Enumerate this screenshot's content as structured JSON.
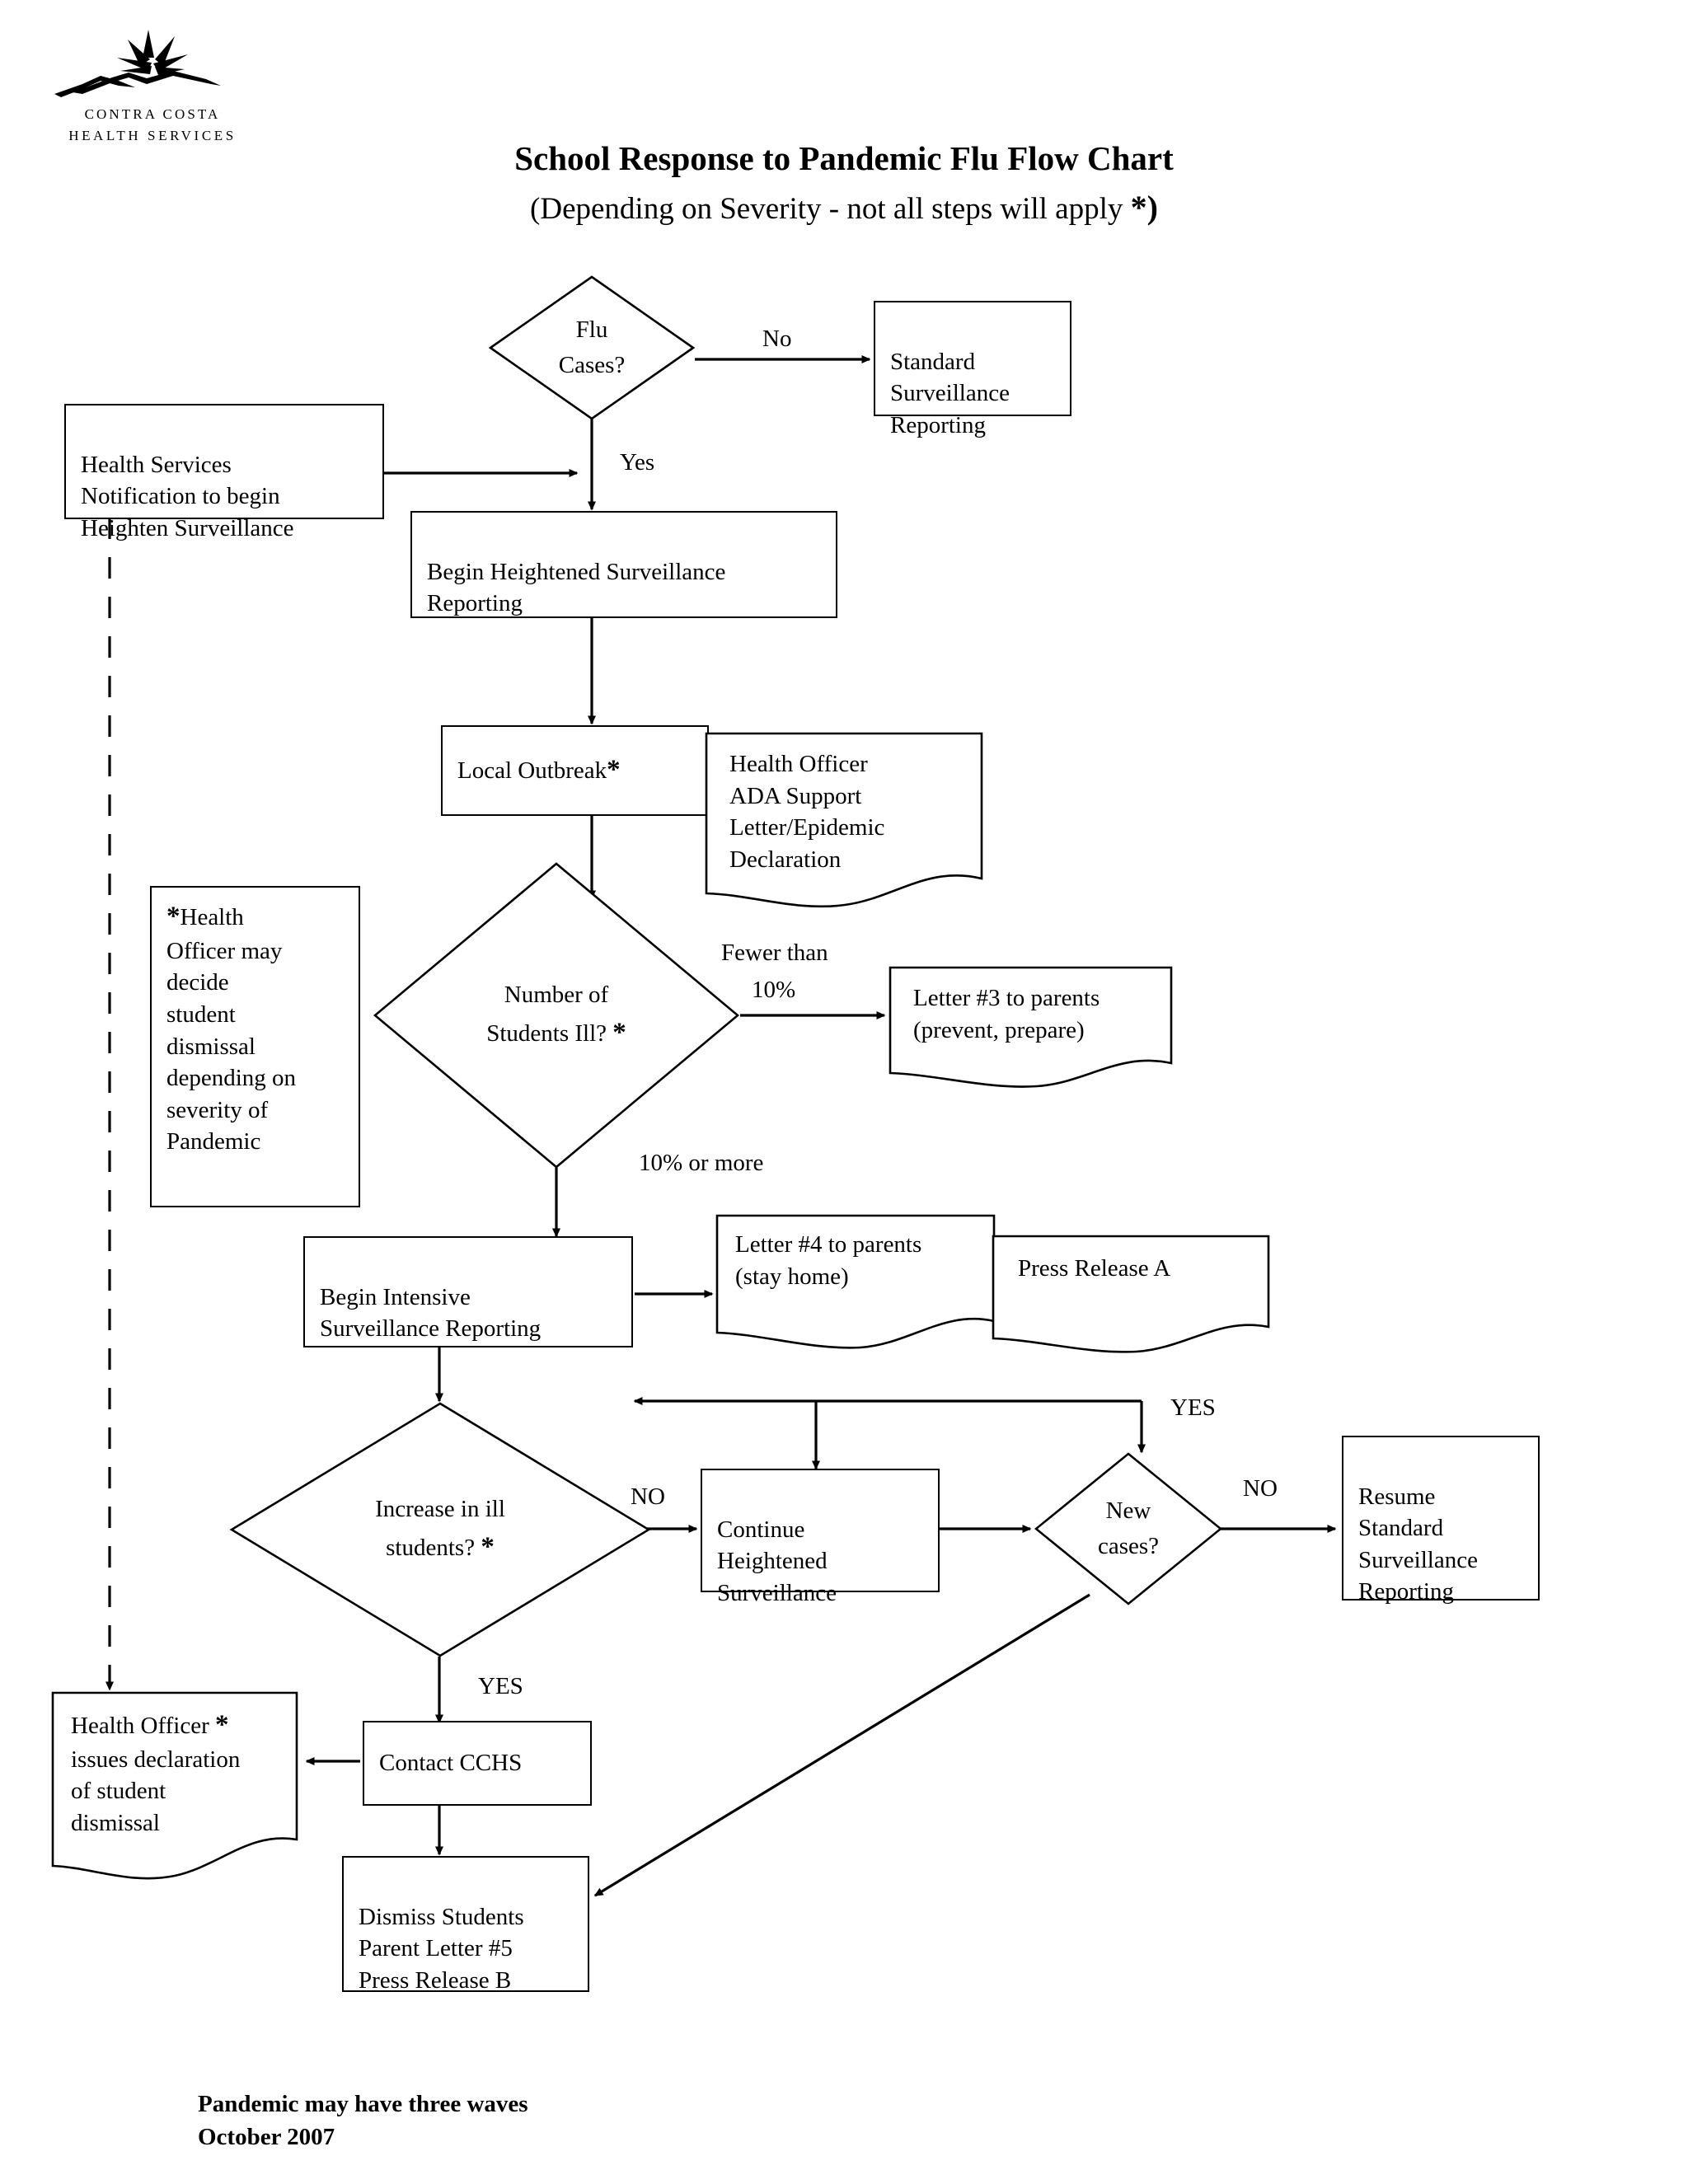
{
  "logo": {
    "line1": "CONTRA COSTA",
    "line2": "HEALTH SERVICES",
    "icon": "sunrise-mountains-logo"
  },
  "header": {
    "title": "School Response to Pandemic Flu Flow Chart",
    "subtitle_text": "(Depending on Severity - not all steps will apply ",
    "subtitle_asterisk": "*)"
  },
  "footer": {
    "line1": "Pandemic may have three waves",
    "line2": "October 2007"
  },
  "chart_data": {
    "type": "flowchart",
    "title": "School Response to Pandemic Flu Flow Chart",
    "nodes": [
      {
        "id": "flu_cases",
        "shape": "diamond",
        "label": "Flu\nCases?"
      },
      {
        "id": "standard_surv",
        "shape": "box",
        "label": "Standard\nSurveillance\nReporting"
      },
      {
        "id": "hs_notification",
        "shape": "box",
        "label": "Health Services\nNotification to begin\nHeighten Surveillance"
      },
      {
        "id": "begin_heightened",
        "shape": "box",
        "label": "Begin Heightened Surveillance\nReporting"
      },
      {
        "id": "local_outbreak",
        "shape": "box",
        "label": "Local Outbreak ",
        "asterisk": "*"
      },
      {
        "id": "ho_ada",
        "shape": "document",
        "label": "Health Officer\nADA Support\nLetter/Epidemic\nDeclaration"
      },
      {
        "id": "note_ho",
        "shape": "box",
        "asterisk": "*",
        "label": "Health\nOfficer may\ndecide\nstudent\ndismissal\ndepending on\nseverity of\nPandemic"
      },
      {
        "id": "num_ill",
        "shape": "diamond",
        "label": "Number of\nStudents Ill? ",
        "asterisk": "*"
      },
      {
        "id": "letter3",
        "shape": "document",
        "label": "Letter #3 to parents\n(prevent, prepare)"
      },
      {
        "id": "begin_intensive",
        "shape": "box",
        "label": "Begin Intensive\nSurveillance Reporting"
      },
      {
        "id": "letter4",
        "shape": "document",
        "label": "Letter #4 to parents\n(stay home)"
      },
      {
        "id": "press_a",
        "shape": "document",
        "label": "Press Release A"
      },
      {
        "id": "increase_ill",
        "shape": "diamond",
        "label": "Increase in ill\nstudents? ",
        "asterisk": "*"
      },
      {
        "id": "continue_height",
        "shape": "box",
        "label": "Continue\nHeightened\nSurveillance"
      },
      {
        "id": "new_cases",
        "shape": "diamond",
        "label": "New\ncases?"
      },
      {
        "id": "resume_standard",
        "shape": "box",
        "label": "Resume\nStandard\nSurveillance\nReporting"
      },
      {
        "id": "ho_declaration",
        "shape": "document",
        "label": "Health Officer ",
        "asterisk": "*",
        "label2": "issues declaration\nof student\ndismissal"
      },
      {
        "id": "contact_cchs",
        "shape": "box",
        "label": "Contact CCHS"
      },
      {
        "id": "dismiss",
        "shape": "box",
        "label": "Dismiss Students\nParent Letter #5\nPress Release B"
      }
    ],
    "edges": [
      {
        "from": "flu_cases",
        "to": "standard_surv",
        "label": "No"
      },
      {
        "from": "flu_cases",
        "to": "begin_heightened",
        "label": "Yes"
      },
      {
        "from": "hs_notification",
        "to": "begin_heightened",
        "label": ""
      },
      {
        "from": "begin_heightened",
        "to": "local_outbreak",
        "label": ""
      },
      {
        "from": "local_outbreak",
        "to": "num_ill",
        "label": ""
      },
      {
        "from": "num_ill",
        "to": "letter3",
        "label": "Fewer than\n10%"
      },
      {
        "from": "num_ill",
        "to": "begin_intensive",
        "label": "10% or more"
      },
      {
        "from": "begin_intensive",
        "to": "letter4",
        "label": ""
      },
      {
        "from": "begin_intensive",
        "to": "increase_ill",
        "label": ""
      },
      {
        "from": "increase_ill",
        "to": "continue_height",
        "label": "NO"
      },
      {
        "from": "increase_ill",
        "to": "contact_cchs",
        "label": "YES"
      },
      {
        "from": "continue_height",
        "to": "new_cases",
        "label": ""
      },
      {
        "from": "new_cases",
        "to": "resume_standard",
        "label": "NO"
      },
      {
        "from": "new_cases",
        "to": "dismiss",
        "label": "YES"
      },
      {
        "from": "loop",
        "to": "increase_ill",
        "label": ""
      },
      {
        "from": "contact_cchs",
        "to": "ho_declaration",
        "label": ""
      },
      {
        "from": "contact_cchs",
        "to": "dismiss",
        "label": ""
      },
      {
        "from": "hs_notification",
        "to": "ho_declaration",
        "label": "",
        "style": "dashed"
      }
    ],
    "edge_labels": {
      "no_top": "No",
      "yes_top": "Yes",
      "fewer_than": "Fewer than",
      "ten_percent": "10%",
      "ten_or_more": "10% or more",
      "no_increase": "NO",
      "yes_increase": "YES",
      "yes_newcases": "YES",
      "no_newcases": "NO"
    }
  }
}
